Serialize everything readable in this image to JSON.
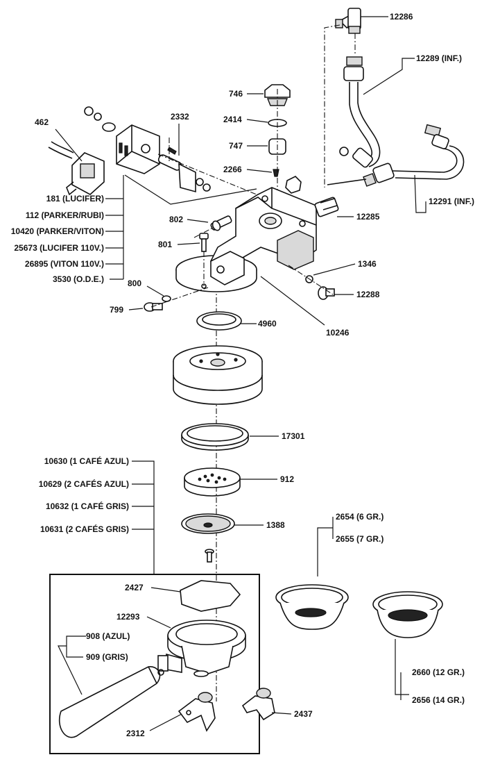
{
  "labels": {
    "p12286": "12286",
    "p12289": "12289 (INF.)",
    "p746": "746",
    "p2332": "2332",
    "p462": "462",
    "p2414": "2414",
    "p747": "747",
    "p2266": "2266",
    "p12291": "12291 (INF.)",
    "p181": "181 (LUCIFER)",
    "p112": "112 (PARKER/RUBI)",
    "p10420": "10420 (PARKER/VITON)",
    "p25673": "25673 (LUCIFER 110V.)",
    "p26895": "26895 (VITON 110V.)",
    "p3530": "3530 (O.D.E.)",
    "p802": "802",
    "p12285": "12285",
    "p801": "801",
    "p1346": "1346",
    "p800": "800",
    "p12288": "12288",
    "p799": "799",
    "p4960": "4960",
    "p10246": "10246",
    "p17301": "17301",
    "p10630": "10630 (1 CAFÉ AZUL)",
    "p912": "912",
    "p10629": "10629 (2 CAFÉS AZUL)",
    "p10632": "10632 (1 CAFÉ GRIS)",
    "p1388": "1388",
    "p10631": "10631 (2 CAFÉS GRIS)",
    "p2654": "2654 (6 GR.)",
    "p2655": "2655 (7 GR.)",
    "p2427": "2427",
    "p12293": "12293",
    "p908": "908 (AZUL)",
    "p909": "909 (GRIS)",
    "p2660": "2660 (12 GR.)",
    "p2656": "2656 (14 GR.)",
    "p2312": "2312",
    "p2437": "2437"
  }
}
